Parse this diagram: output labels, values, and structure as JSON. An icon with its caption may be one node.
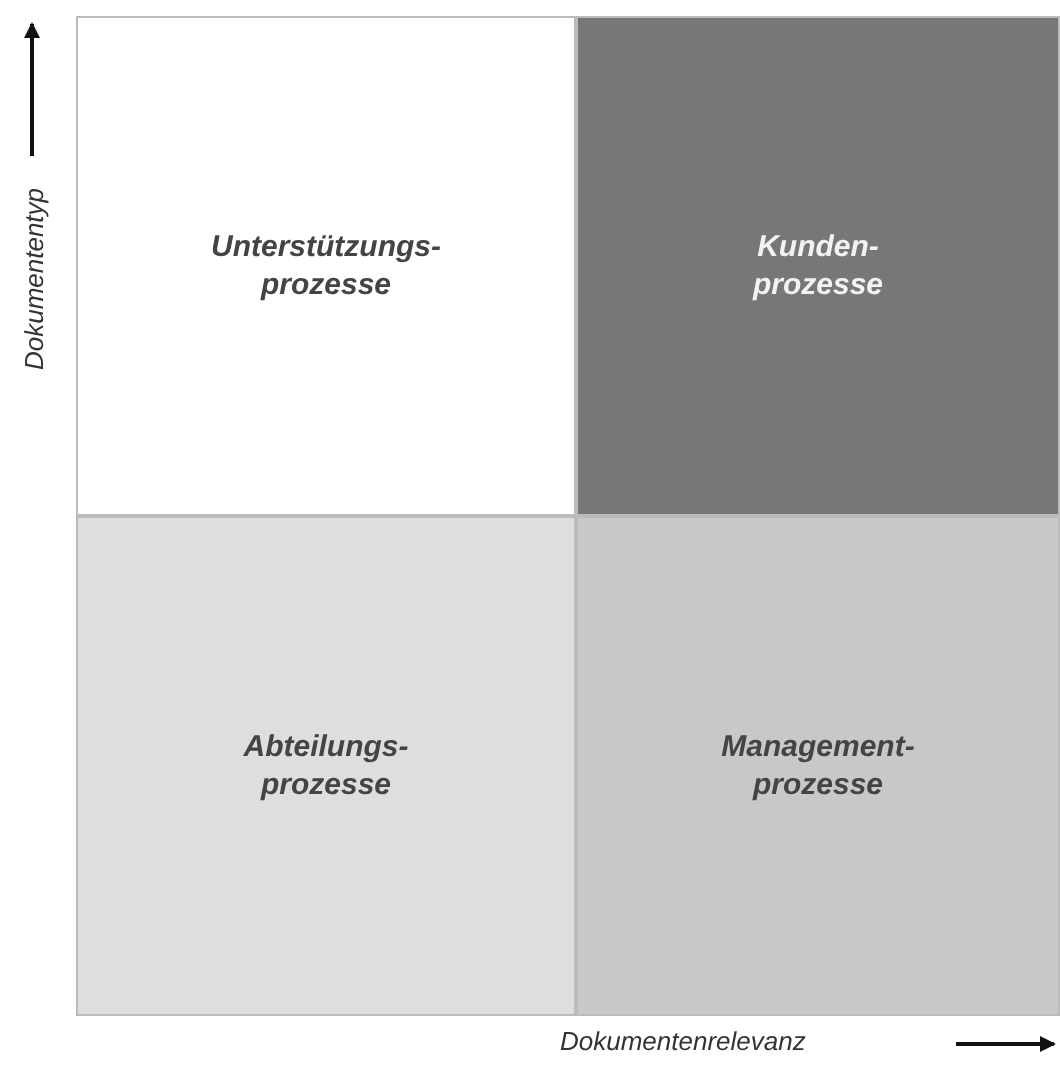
{
  "diagram": {
    "nodes": [
      {
        "text": [
          "Unterstützungs- prozesse"
        ]
      },
      {
        "text": [
          "Kunden- prozesse"
        ]
      },
      {
        "text": [
          "Abteilungs- prozesse"
        ]
      },
      {
        "text": [
          "Management- prozesse"
        ]
      }
    ],
    "labels": [
      "Dokumententyp",
      "Dokumentenrelevanz"
    ]
  }
}
